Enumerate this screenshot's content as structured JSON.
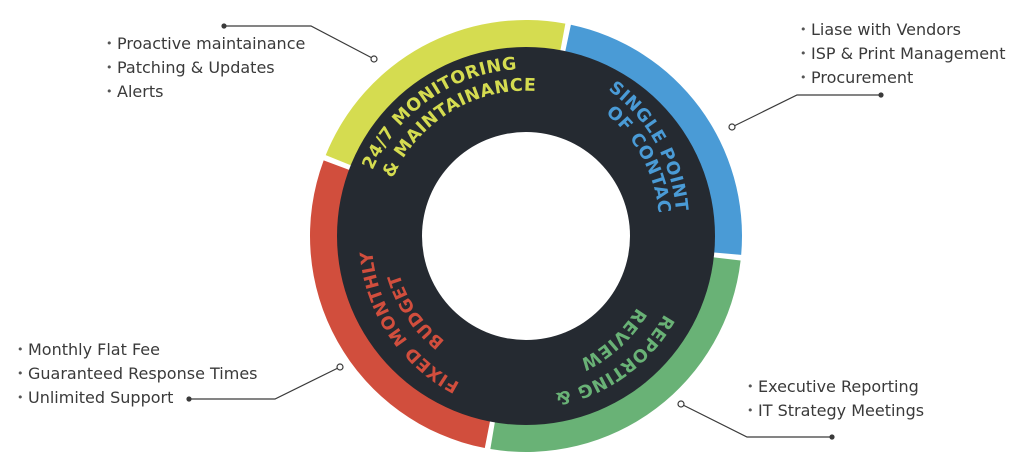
{
  "segments": [
    {
      "id": "monitoring",
      "line1": "24/7 MONITORING",
      "line2": "& MAINTAINANCE",
      "color": "#d5dc50",
      "bullets": [
        "Proactive maintainance",
        "Patching & Updates",
        "Alerts"
      ]
    },
    {
      "id": "contact",
      "line1": "SINGLE POINT",
      "line2": "OF CONTACT",
      "color": "#4a9bd6",
      "bullets": [
        "Liase with Vendors",
        "ISP & Print Management",
        "Procurement"
      ]
    },
    {
      "id": "reporting",
      "line1": "REPORTING &",
      "line2": "REVIEW",
      "color": "#69b276",
      "bullets": [
        "Executive Reporting",
        "IT Strategy Meetings"
      ]
    },
    {
      "id": "budget",
      "line1": "FIXED MONTHLY",
      "line2": "BUDGET",
      "color": "#d14e3d",
      "bullets": [
        "Monthly Flat Fee",
        "Guaranteed Response Times",
        "Unlimited Support"
      ]
    }
  ],
  "colors": {
    "ring_dark": "#252a31",
    "connector": "#3a3a3a"
  }
}
